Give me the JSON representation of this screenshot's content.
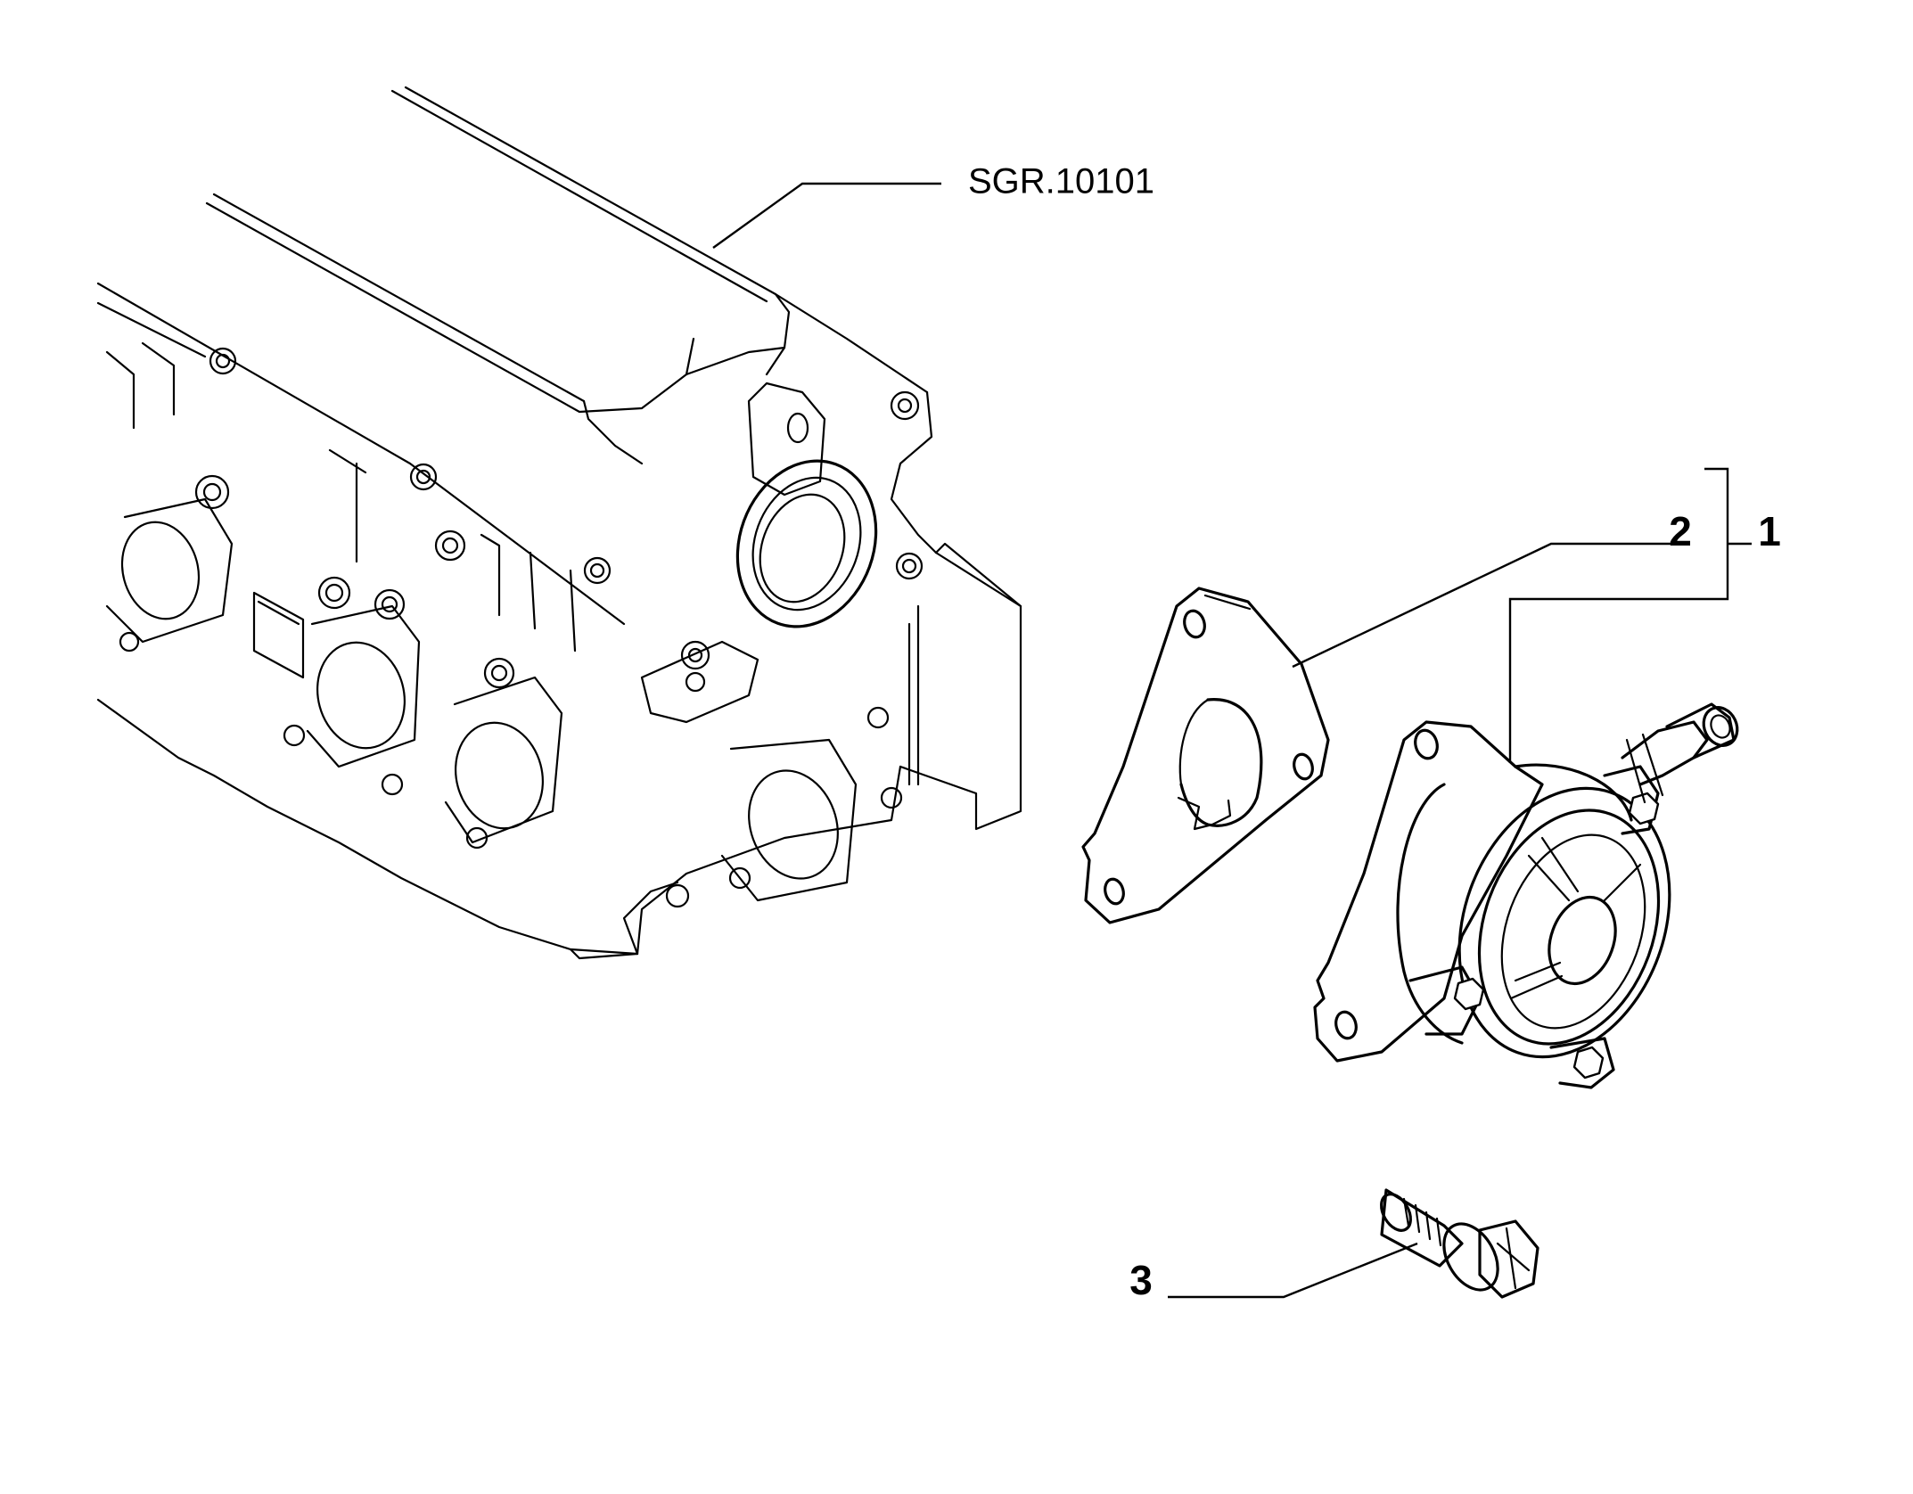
{
  "diagram": {
    "reference_label": "SGR.10101",
    "callouts": [
      {
        "id": "1",
        "label": "1"
      },
      {
        "id": "2",
        "label": "2"
      },
      {
        "id": "3",
        "label": "3"
      }
    ],
    "line_color": "#000000",
    "background_color": "#ffffff"
  }
}
